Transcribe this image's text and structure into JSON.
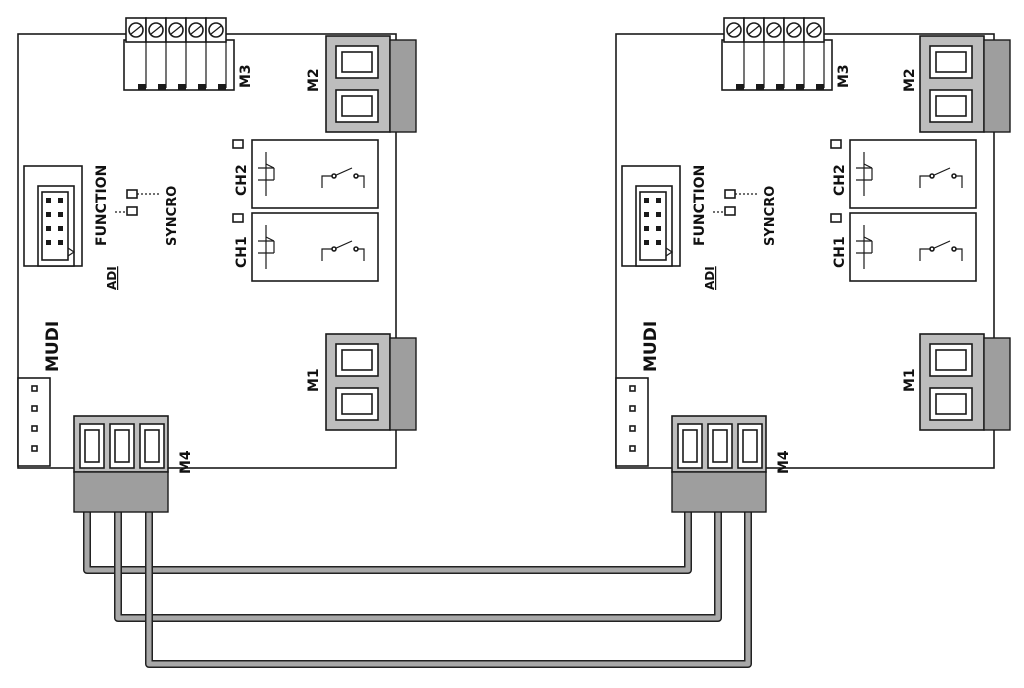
{
  "boards": [
    {
      "id": "left",
      "labels": {
        "m1": "M1",
        "m2": "M2",
        "m3": "M3",
        "m4": "M4",
        "function": "FUNCTION",
        "syncro": "SYNCRO",
        "ch1": "CH1",
        "ch2": "CH2",
        "mudi": "MUDI",
        "logo": "ADI"
      }
    },
    {
      "id": "right",
      "labels": {
        "m1": "M1",
        "m2": "M2",
        "m3": "M3",
        "m4": "M4",
        "function": "FUNCTION",
        "syncro": "SYNCRO",
        "ch1": "CH1",
        "ch2": "CH2",
        "mudi": "MUDI",
        "logo": "ADI"
      }
    }
  ],
  "connections": [
    {
      "from": "left M4 terminal 1",
      "to": "right M4 terminal 1"
    },
    {
      "from": "left M4 terminal 2",
      "to": "right M4 terminal 2"
    },
    {
      "from": "left M4 terminal 3",
      "to": "right M4 terminal 3"
    }
  ],
  "colors": {
    "outline": "#1a1a1a",
    "terminal_fill": "#bdbdbd",
    "wire_fill": "#a8a8a8"
  }
}
